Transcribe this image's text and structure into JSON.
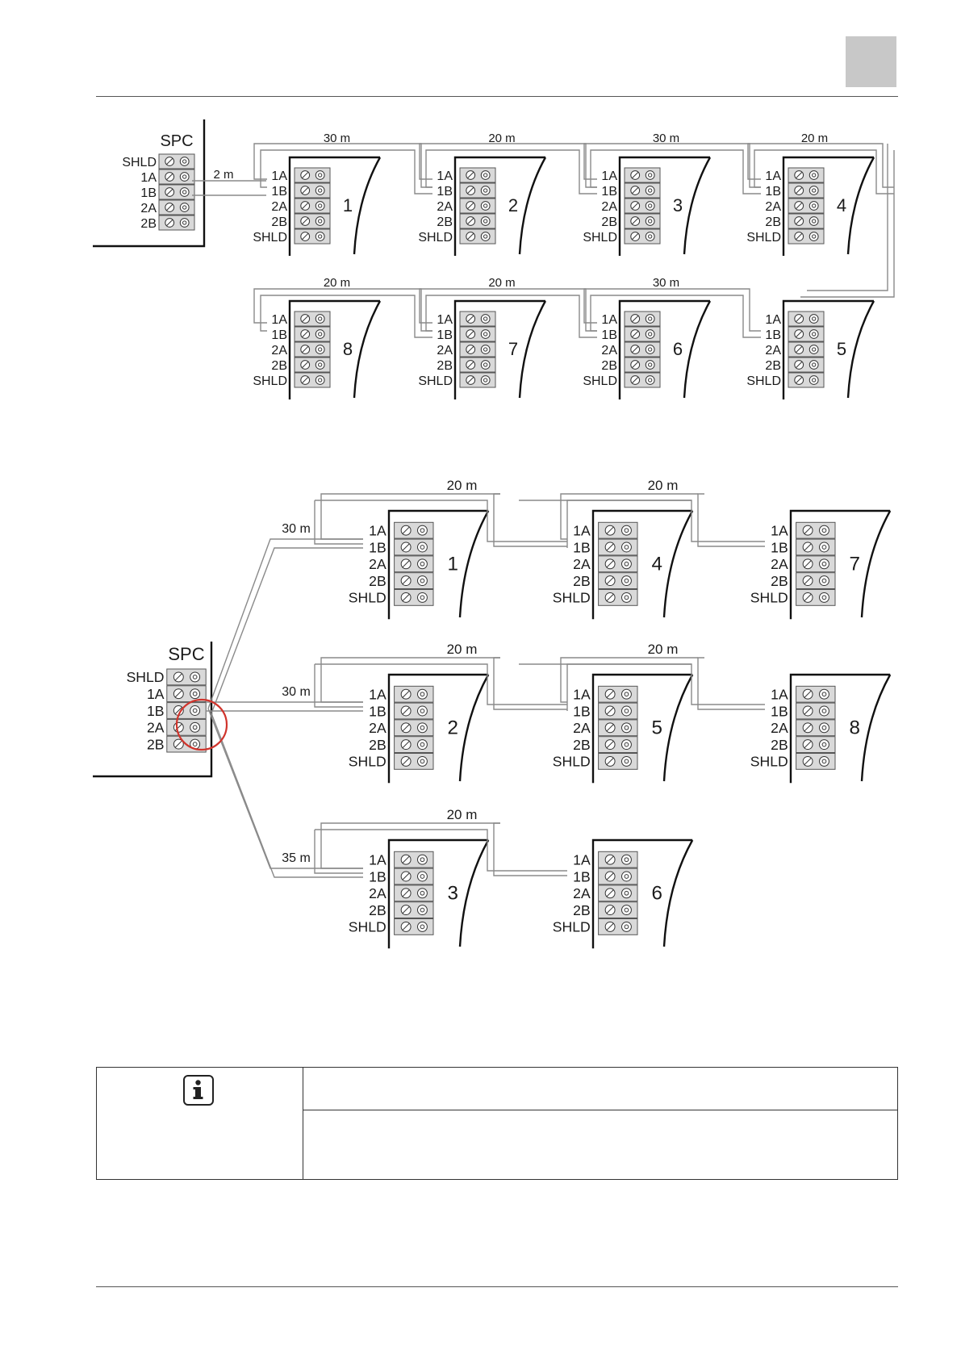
{
  "header": {
    "marker": ""
  },
  "labels": {
    "spc": "SPC",
    "terminals_spc": [
      "SHLD",
      "1A",
      "1B",
      "2A",
      "2B"
    ],
    "terminals_module": [
      "1A",
      "1B",
      "2A",
      "2B",
      "SHLD"
    ]
  },
  "diagram_top": {
    "spc_link": "2 m",
    "row1_distances": [
      "30 m",
      "20 m",
      "30 m",
      "20 m"
    ],
    "row2_distances": [
      "20 m",
      "20 m",
      "30 m"
    ],
    "row1_modules": [
      "1",
      "2",
      "3",
      "4"
    ],
    "row2_modules": [
      "8",
      "7",
      "6",
      "5"
    ]
  },
  "diagram_bottom": {
    "branch_distances": [
      "30 m",
      "30 m",
      "35 m"
    ],
    "chain_distances": [
      [
        "20 m",
        "20 m"
      ],
      [
        "20 m",
        "20 m"
      ],
      [
        "20 m"
      ]
    ],
    "modules": [
      [
        "1",
        "4",
        "7"
      ],
      [
        "2",
        "5",
        "8"
      ],
      [
        "3",
        "6"
      ]
    ]
  },
  "note": {
    "text_1": "",
    "text_2": ""
  },
  "colors": {
    "highlight": "#d0342c",
    "terminal_fill": "#d9d9d9",
    "wire": "#8a8a8a"
  }
}
